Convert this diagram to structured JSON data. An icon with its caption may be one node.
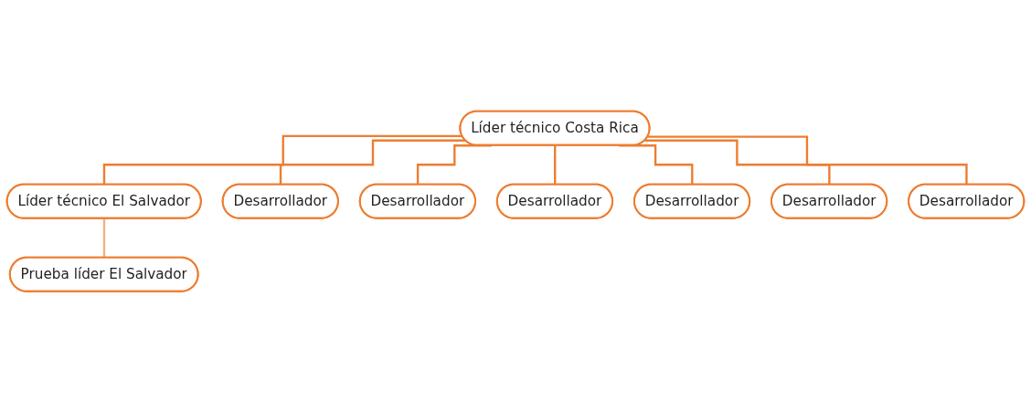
{
  "diagram": {
    "nodes": [
      {
        "text": [
          "Líder técnico Costa Rica"
        ]
      },
      {
        "text": [
          "Líder técnico El Salvador"
        ]
      },
      {
        "text": [
          "Prueba líder El Salvador"
        ]
      },
      {
        "text": [
          "Desarrollador"
        ]
      },
      {
        "text": [
          "Desarrollador"
        ]
      },
      {
        "text": [
          "Desarrollador"
        ]
      },
      {
        "text": [
          "Desarrollador"
        ]
      },
      {
        "text": [
          "Desarrollador"
        ]
      },
      {
        "text": [
          "Desarrollador"
        ]
      }
    ],
    "edges": [
      {
        "from": 0,
        "to": 1,
        "arrow": "none"
      },
      {
        "from": 1,
        "to": 2,
        "arrow": "none",
        "color": "#f4b183"
      },
      {
        "from": 0,
        "to": 3,
        "arrow": "none"
      },
      {
        "from": 0,
        "to": 4,
        "arrow": "none"
      },
      {
        "from": 0,
        "to": 5,
        "arrow": "none"
      },
      {
        "from": 0,
        "to": 6,
        "arrow": "none"
      },
      {
        "from": 0,
        "to": 7,
        "arrow": "none"
      },
      {
        "from": 0,
        "to": 8,
        "arrow": "none"
      }
    ]
  }
}
